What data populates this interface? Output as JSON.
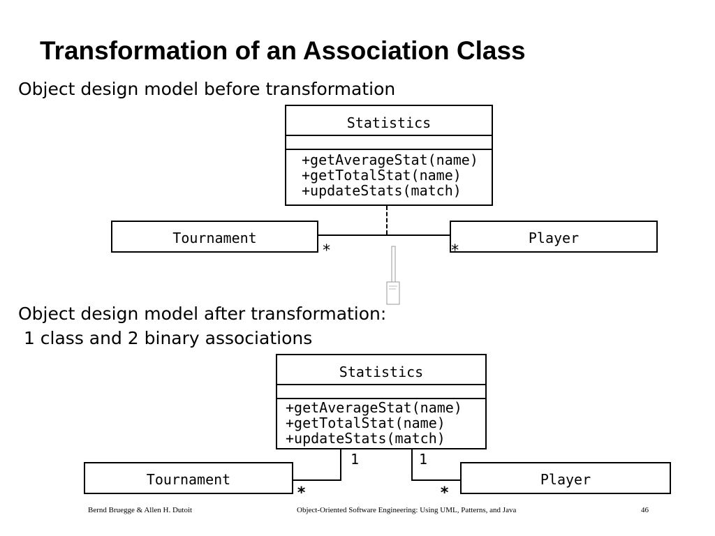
{
  "slide": {
    "title": "Transformation of an Association Class",
    "before_heading": "Object design model before transformation",
    "after_heading_line1": "Object design model after transformation:",
    "after_heading_line2": " 1 class and 2 binary associations"
  },
  "before": {
    "statistics_class": {
      "name": "Statistics",
      "operations": [
        "+getAverageStat(name)",
        "+getTotalStat(name)",
        "+updateStats(match)"
      ]
    },
    "tournament_class": {
      "name": "Tournament"
    },
    "player_class": {
      "name": "Player"
    },
    "multiplicity_left": "*",
    "multiplicity_right": "*"
  },
  "after": {
    "statistics_class": {
      "name": "Statistics",
      "operations": [
        "+getAverageStat(name)",
        "+getTotalStat(name)",
        "+updateStats(match)"
      ]
    },
    "tournament_class": {
      "name": "Tournament"
    },
    "player_class": {
      "name": "Player"
    },
    "multiplicity_stat_left": "1",
    "multiplicity_stat_right": "1",
    "multiplicity_tournament": "*",
    "multiplicity_player": "*"
  },
  "footer": {
    "authors": "Bernd Bruegge & Allen H. Dutoit",
    "book": "Object-Oriented Software Engineering: Using UML, Patterns, and Java",
    "page": "46"
  }
}
